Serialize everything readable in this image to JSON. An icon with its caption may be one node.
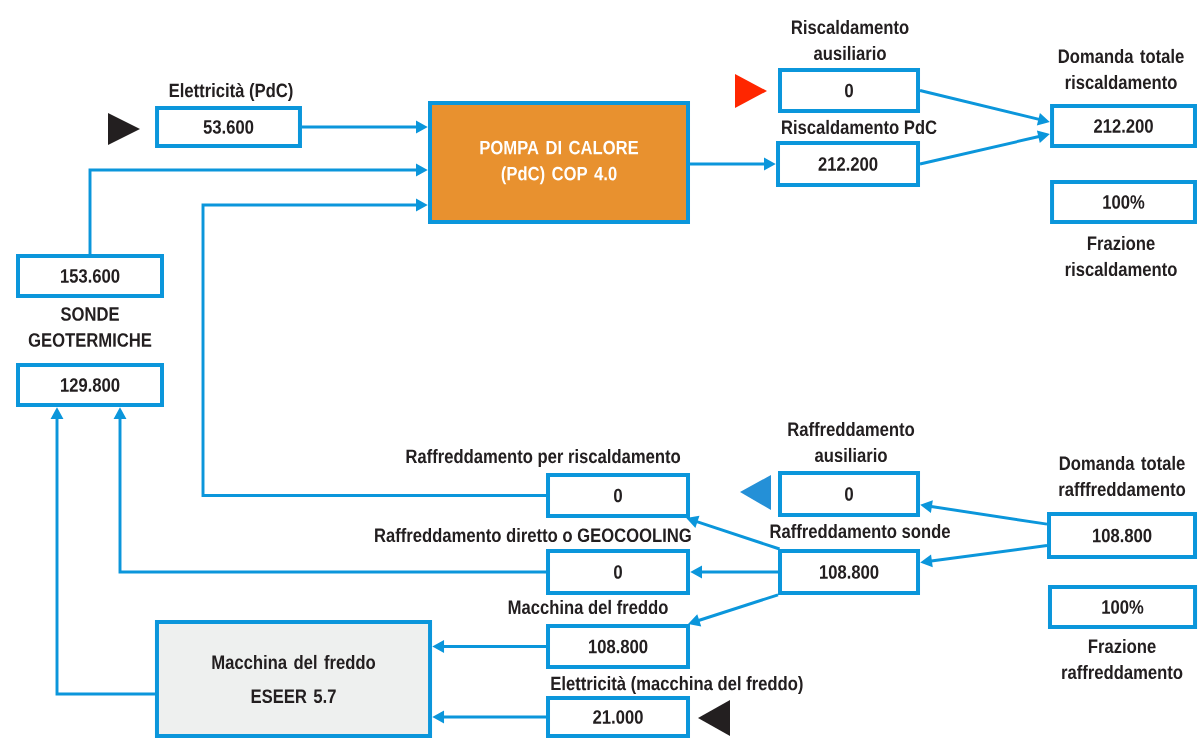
{
  "diagram": {
    "nodes": [
      {
        "text": [
          "Elettricità (PdC)",
          "53.600"
        ]
      },
      {
        "text": [
          "POMPA DI CALORE (PdC) COP 4.0"
        ]
      },
      {
        "text": [
          "Riscaldamento ausiliario",
          "0"
        ]
      },
      {
        "text": [
          "Riscaldamento PdC",
          "212.200"
        ]
      },
      {
        "text": [
          "Domanda totale riscaldamento",
          "212.200"
        ]
      },
      {
        "text": [
          "100%",
          "Frazione riscaldamento"
        ]
      },
      {
        "text": [
          "153.600"
        ]
      },
      {
        "text": [
          "129.800"
        ]
      },
      {
        "text": [
          "Raffreddamento per riscaldamento",
          "0"
        ]
      },
      {
        "text": [
          "Raffreddamento ausiliario",
          "0"
        ]
      },
      {
        "text": [
          "Domanda totale rafffreddamento",
          "108.800"
        ]
      },
      {
        "text": [
          "Raffreddamento diretto o GEOCOOLING",
          "0"
        ]
      },
      {
        "text": [
          "Raffreddamento sonde",
          "108.800"
        ]
      },
      {
        "text": [
          "Macchina del freddo",
          "108.800"
        ]
      },
      {
        "text": [
          "100%",
          "Frazione raffreddamento"
        ]
      },
      {
        "text": [
          "Macchina del freddo",
          "ESEER 5.7"
        ]
      },
      {
        "text": [
          "Elettricità (macchina del freddo)",
          "21.000"
        ]
      }
    ],
    "edges": [
      {
        "from": 0,
        "to": 1,
        "arrow": "to"
      },
      {
        "from": 6,
        "to": 1,
        "arrow": "to"
      },
      {
        "from": 8,
        "to": 1,
        "arrow": "to"
      },
      {
        "from": 1,
        "to": 3,
        "arrow": "to"
      },
      {
        "from": 2,
        "to": 4,
        "arrow": "to"
      },
      {
        "from": 3,
        "to": 4,
        "arrow": "to"
      },
      {
        "from": 10,
        "to": 9,
        "arrow": "to"
      },
      {
        "from": 10,
        "to": 12,
        "arrow": "to"
      },
      {
        "from": 12,
        "to": 8,
        "arrow": "to"
      },
      {
        "from": 12,
        "to": 11,
        "arrow": "to"
      },
      {
        "from": 12,
        "to": 13,
        "arrow": "to"
      },
      {
        "from": 11,
        "to": 7,
        "arrow": "to"
      },
      {
        "from": 15,
        "to": 7,
        "arrow": "to"
      },
      {
        "from": 13,
        "to": 15,
        "arrow": "to"
      },
      {
        "from": 16,
        "to": 15,
        "arrow": "to"
      }
    ],
    "labels": [
      "SONDE GEOTERMICHE"
    ]
  }
}
